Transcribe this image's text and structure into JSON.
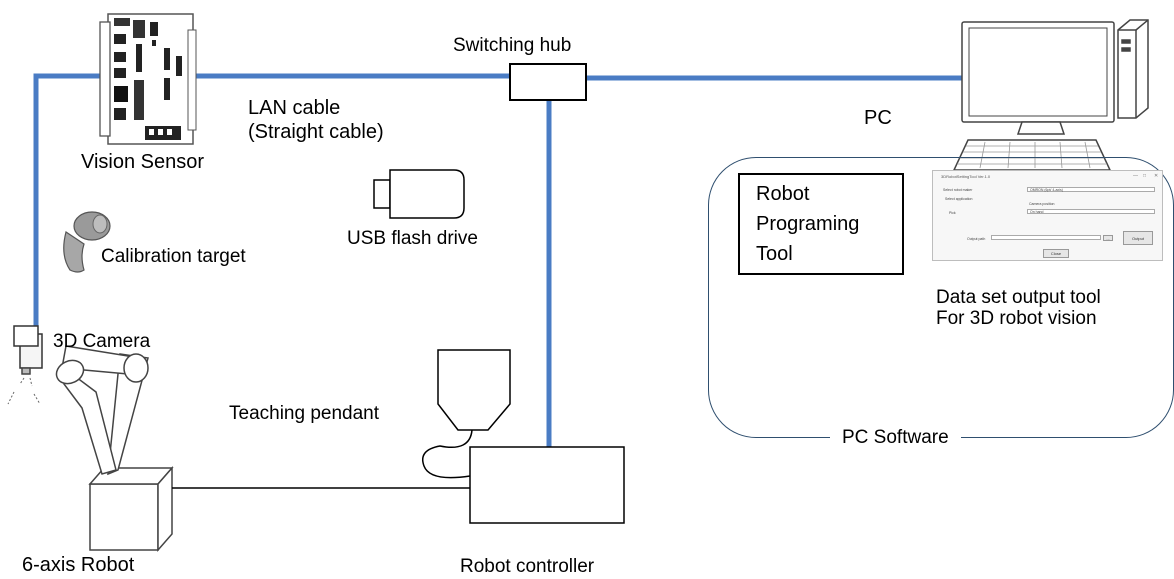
{
  "labels": {
    "switching_hub": "Switching hub",
    "lan_cable": "LAN cable\n(Straight cable)",
    "pc": "PC",
    "vision_sensor": "Vision Sensor",
    "usb_flash_drive": "USB flash drive",
    "calibration_target": "Calibration target",
    "camera_3d": "3D Camera",
    "teaching_pendant": "Teaching pendant",
    "robot_6axis": "6-axis Robot",
    "robot_controller": "Robot controller",
    "robot_programing_tool": "Robot\nPrograming\nTool",
    "data_set_output_tool": "Data set output tool\nFor 3D robot vision",
    "pc_software": "PC Software"
  },
  "mini_window": {
    "title": "3DRobotSettingTool Ver.1.0",
    "field1_label": "Select robot maker",
    "field1_value": "OMRON (6pt/ 4-axis)",
    "section_label": "Select application",
    "camera_label": "Camera position",
    "pick_label": "Pick",
    "camera_value": "On hand",
    "output_label": "Output path",
    "browse_label": "...",
    "output_button": "Output",
    "close_button": "Close"
  },
  "colors": {
    "cable_blue": "#4a7cc4",
    "line_black": "#000000",
    "panel_border": "#2f4f6f"
  }
}
